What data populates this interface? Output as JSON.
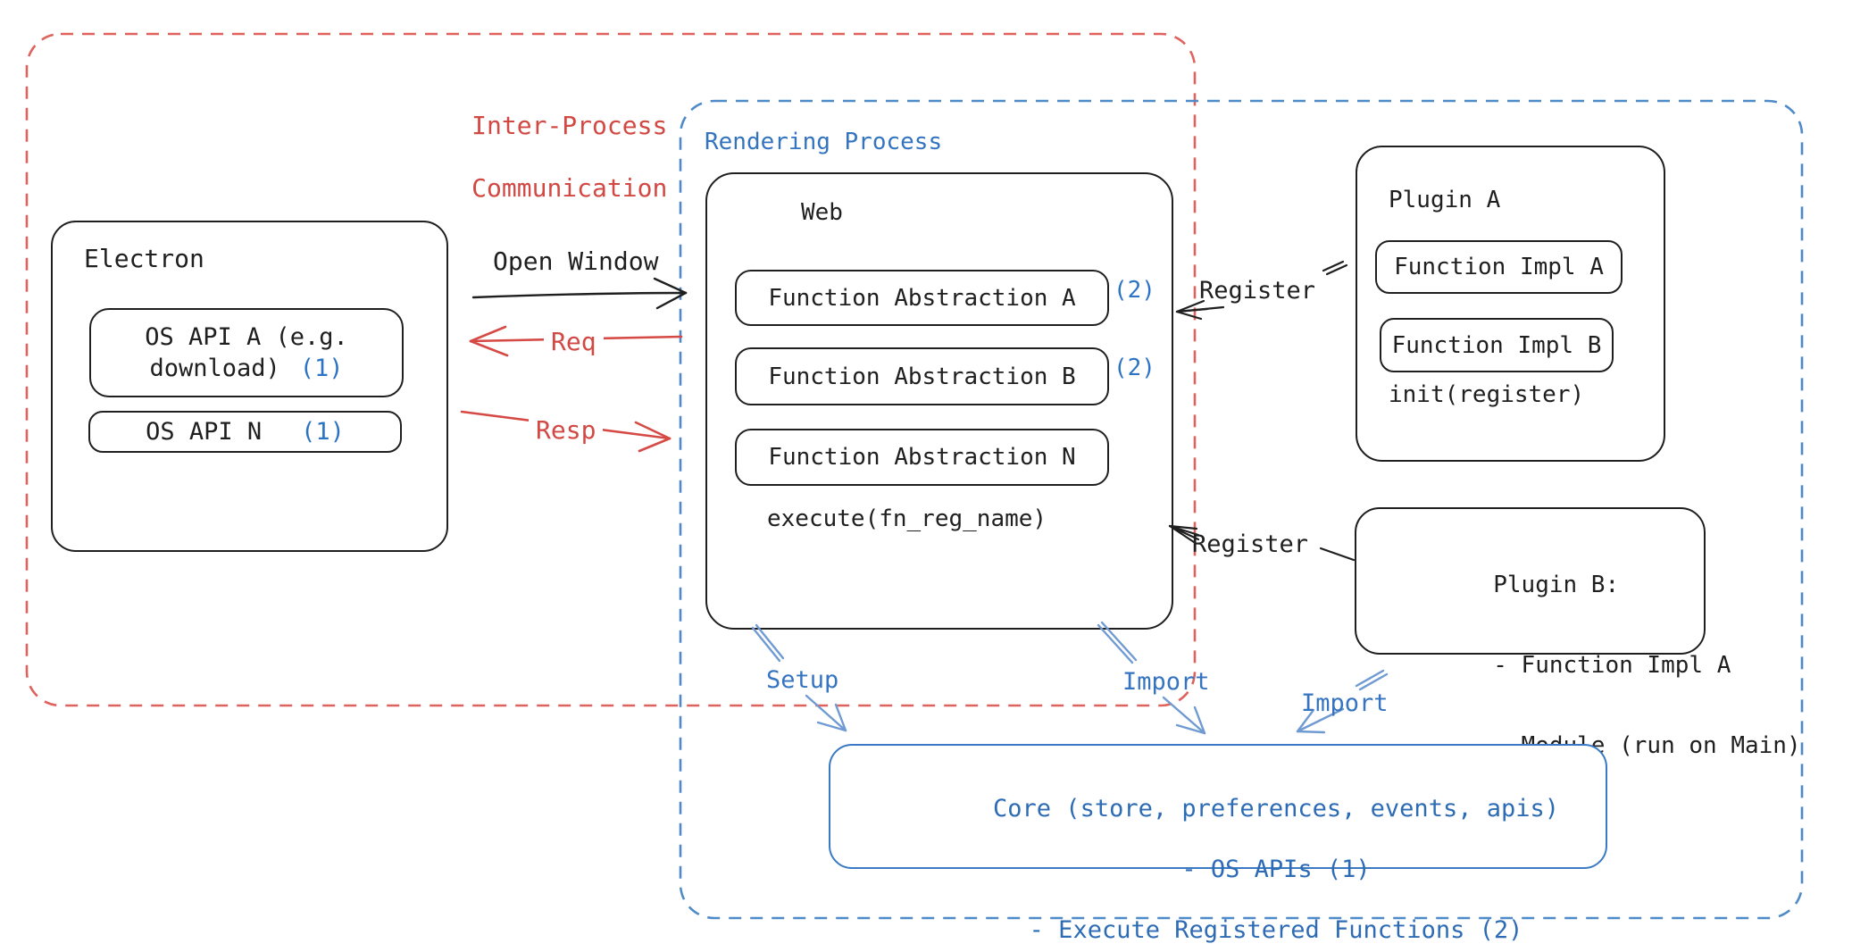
{
  "regions": {
    "ipc": {
      "title_line1": "Inter-Process",
      "title_line2": "Communication"
    },
    "rendering": {
      "title": "Rendering Process"
    }
  },
  "electron": {
    "title": "Electron",
    "api_a": {
      "line1": "OS API A (e.g.",
      "line2": "download)",
      "badge": "(1)"
    },
    "api_n": {
      "label": "OS API N",
      "badge": "(1)"
    }
  },
  "web": {
    "title": "Web",
    "fn_a": {
      "label": "Function Abstraction A",
      "badge": "(2)"
    },
    "fn_b": {
      "label": "Function Abstraction B",
      "badge": "(2)"
    },
    "fn_n": {
      "label": "Function Abstraction N"
    },
    "execute": "execute(fn_reg_name)"
  },
  "plugin_a": {
    "title": "Plugin A",
    "impl_a": "Function Impl A",
    "impl_b": "Function Impl B",
    "init": "init(register)"
  },
  "plugin_b": {
    "line1": "Plugin B:",
    "line2": "- Function Impl A",
    "line3": "- Module (run on Main)"
  },
  "core": {
    "line1": "Core (store, preferences, events, apis)",
    "line2": "- OS APIs (1)",
    "line3": "- Execute Registered Functions (2)"
  },
  "labels": {
    "open_window": "Open Window",
    "req": "Req",
    "resp": "Resp",
    "register_a": "Register",
    "register_b": "Register",
    "setup": "Setup",
    "import_web": "Import",
    "import_plugin": "Import"
  },
  "colors": {
    "black": "#1f1f1f",
    "red_dash": "#e0625c",
    "red_text": "#d24843",
    "blue_dash": "#4e8ac8",
    "blue_text": "#3474bf",
    "badge_blue": "#2d73c4",
    "core_stroke": "#3a79c4",
    "arrow_blue": "#6f9ad2"
  }
}
